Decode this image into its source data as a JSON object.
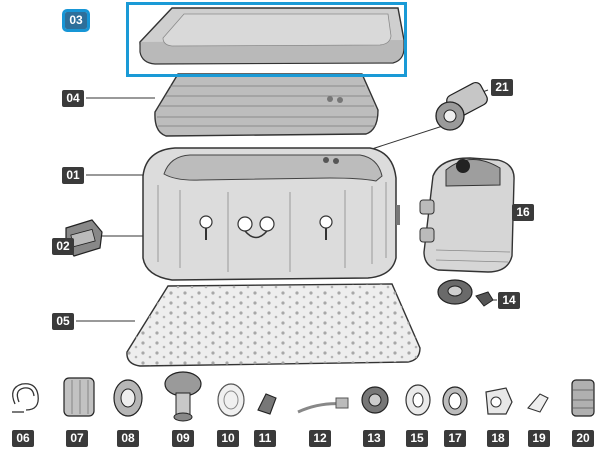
{
  "selected_part": "03",
  "accent_color": "#1a9ad6",
  "label_color": "#3a3a3a",
  "parts": [
    {
      "id": "03",
      "name": "cover-icon"
    },
    {
      "id": "04",
      "name": "inflatable-cover-bladder-icon"
    },
    {
      "id": "01",
      "name": "spa-tub-icon"
    },
    {
      "id": "02",
      "name": "buckle-icon"
    },
    {
      "id": "05",
      "name": "ground-cloth-icon"
    },
    {
      "id": "21",
      "name": "connector-icon"
    },
    {
      "id": "16",
      "name": "pump-icon"
    },
    {
      "id": "14",
      "name": "drain-plug-icon"
    },
    {
      "id": "06",
      "name": "hose-icon"
    },
    {
      "id": "07",
      "name": "filter-housing-icon"
    },
    {
      "id": "08",
      "name": "filter-cartridge-icon"
    },
    {
      "id": "09",
      "name": "chemical-floater-icon"
    },
    {
      "id": "10",
      "name": "strainer-icon"
    },
    {
      "id": "11",
      "name": "valve-cap-icon"
    },
    {
      "id": "12",
      "name": "brush-icon"
    },
    {
      "id": "13",
      "name": "filter-cap-icon"
    },
    {
      "id": "15",
      "name": "ring-icon"
    },
    {
      "id": "17",
      "name": "nut-icon"
    },
    {
      "id": "18",
      "name": "adapter-icon"
    },
    {
      "id": "19",
      "name": "plunger-valve-icon"
    },
    {
      "id": "20",
      "name": "connector-large-icon"
    }
  ]
}
